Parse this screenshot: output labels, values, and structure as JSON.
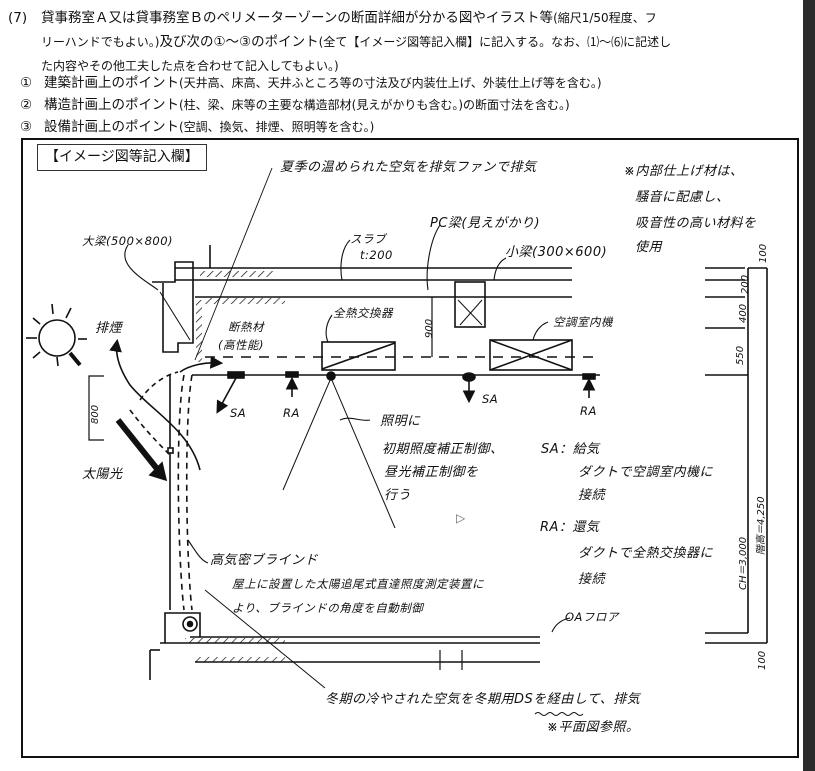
{
  "question": {
    "number": "(7)",
    "line1_main": "貸事務室Ａ又は貸事務室Ｂのペリメーターゾーンの断面詳細が分かる図やイラスト等",
    "line1_note": "(縮尺1/50程度、フ",
    "line2_note_cont": "リーハンドでもよい。)",
    "line2_main": "及び次の①～③のポイント",
    "line2_note": "(全て【イメージ図等記入欄】に記入する。なお、⑴～⑹に記述し",
    "line3_note": "た内容やその他工夫した点を合わせて記入してもよい。)"
  },
  "points": [
    {
      "marker": "①",
      "title": "建築計画上のポイント",
      "detail": "(天井高、床高、天井ふところ等の寸法及び内装仕上げ、外装仕上げ等を含む。)"
    },
    {
      "marker": "②",
      "title": "構造計画上のポイント",
      "detail": "(柱、梁、床等の主要な構造部材(見えがかりも含む。)の断面寸法を含む。)"
    },
    {
      "marker": "③",
      "title": "設備計画上のポイント",
      "detail": "(空調、換気、排煙、照明等を含む。)"
    }
  ],
  "answer_area": {
    "label": "【イメージ図等記入欄】"
  },
  "drawing": {
    "summer_exhaust": "夏季の温められた空気を排気ファンで排気",
    "interior_finish_note": [
      "※内部仕上げ材は、",
      "騒音に配慮し、",
      "吸音性の高い材料を",
      "使用"
    ],
    "main_beam": "大梁(500×800)",
    "slab": [
      "スラブ",
      "t:200"
    ],
    "pc_beam": "PC梁(見えがかり)",
    "small_beam": "小梁(300×600)",
    "smoke_exhaust": "排煙",
    "insulation": [
      "断熱材",
      "(高性能)"
    ],
    "heat_exchanger": "全熱交換器",
    "ac_unit": "空調室内機",
    "sunlight": "太陽光",
    "sa": "SA",
    "ra": "RA",
    "lighting_note": [
      "照明に",
      "初期照度補正制御、",
      "昼光補正制御を",
      "行う"
    ],
    "sa_note": [
      "SA：給気",
      "ダクトで空調室内機に",
      "接続"
    ],
    "ra_note": [
      "RA：還気",
      "ダクトで全熱交換器に",
      "接続"
    ],
    "blind_title": "高気密ブラインド",
    "blind_note": [
      "屋上に設置した太陽追尾式直達照度測定装置に",
      "より、ブラインドの角度を自動制御"
    ],
    "oa_floor": "OAフロア",
    "winter_note": [
      "冬期の冷やされた空気を冬期用DSを経由して、排気",
      "※平面図参照。"
    ],
    "winter_ds": "冬期用DS",
    "dims": {
      "d800": "800",
      "d900": "900",
      "top100": "100",
      "d200": "200",
      "d400": "400",
      "d550": "550",
      "ch": "CH＝3,000",
      "floor_height": "階高＝4,250",
      "bottom100": "100"
    }
  }
}
